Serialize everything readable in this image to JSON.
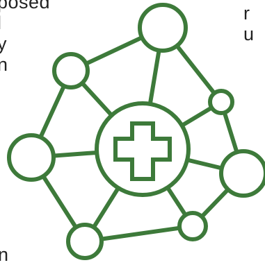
{
  "text_fragments": {
    "left_lines": [
      "posed",
      "l",
      "y",
      "n"
    ],
    "right_lines": [
      "r",
      "u"
    ],
    "bottom_lines": [
      "n"
    ]
  },
  "diagram": {
    "center_icon": "medical-cross-icon",
    "stroke_color": "#3d7a3a",
    "background_color": "#ffffff",
    "node_icon": "circle-node-icon"
  }
}
